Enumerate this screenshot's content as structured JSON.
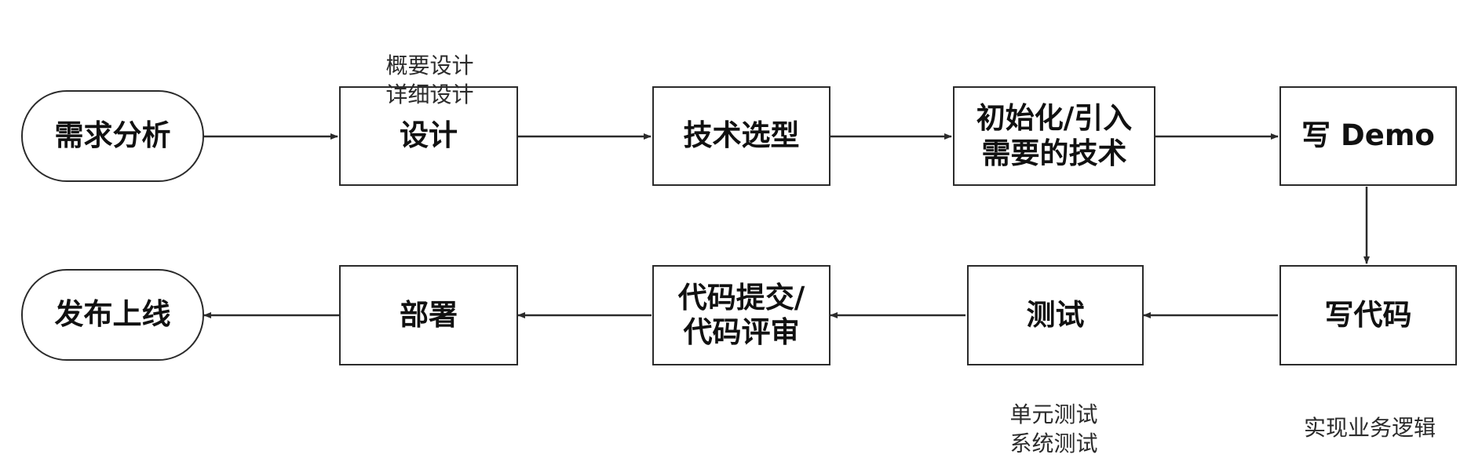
{
  "nodes": {
    "requirements_analysis": "需求分析",
    "design": "设计",
    "tech_selection": "技术选型",
    "init_import": "初始化/引入\n需要的技术",
    "write_demo": "写 Demo",
    "write_code": "写代码",
    "testing": "测试",
    "commit_review": "代码提交/\n代码评审",
    "deploy": "部署",
    "release": "发布上线"
  },
  "annotations": {
    "design_note": "概要设计\n详细设计",
    "testing_note": "单元测试\n系统测试",
    "write_code_note": "实现业务逻辑"
  },
  "colors": {
    "stroke": "#2b2b2b",
    "background": "#ffffff"
  }
}
